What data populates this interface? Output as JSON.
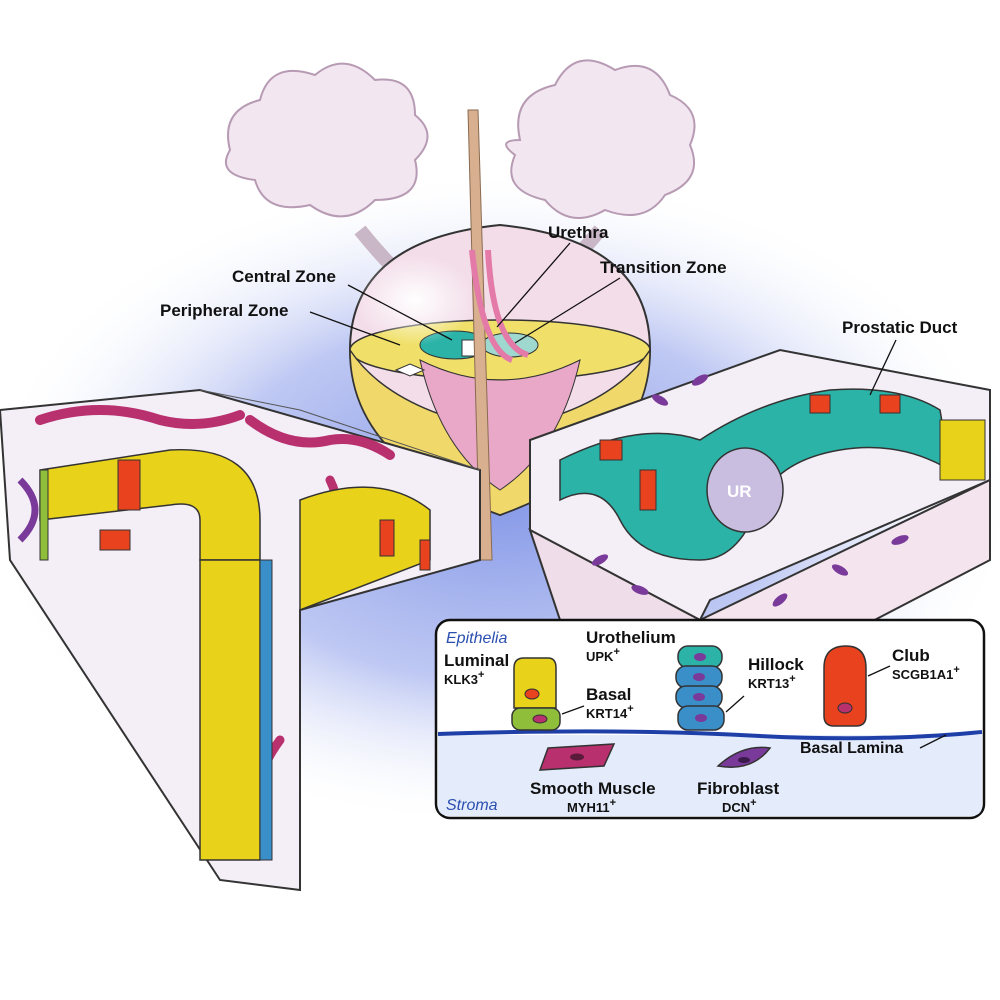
{
  "labels": {
    "urethra": "Urethra",
    "transition_zone": "Transition Zone",
    "central_zone": "Central Zone",
    "peripheral_zone": "Peripheral Zone",
    "prostatic_duct": "Prostatic Duct",
    "ur": "UR"
  },
  "legend": {
    "epithelia": "Epithelia",
    "stroma": "Stroma",
    "luminal": "Luminal",
    "luminal_marker": "KLK3",
    "basal": "Basal",
    "basal_marker": "KRT14",
    "urothelium": "Urothelium",
    "urothelium_marker": "UPK",
    "hillock": "Hillock",
    "hillock_marker": "KRT13",
    "club": "Club",
    "club_marker": "SCGB1A1",
    "basal_lamina": "Basal Lamina",
    "smooth_muscle": "Smooth Muscle",
    "smooth_muscle_marker": "MYH11",
    "fibroblast": "Fibroblast",
    "fibroblast_marker": "DCN",
    "plus": "+"
  },
  "colors": {
    "luminal": "#e8d21a",
    "basal": "#8fbf3a",
    "urothelium": "#2bb3a8",
    "hillock": "#3a8fc8",
    "club": "#e8421e",
    "smooth_muscle": "#b8306e",
    "fibroblast": "#7a3a9a",
    "basal_lamina": "#1f3fa8",
    "stroma_bg": "#f4eef7",
    "halo": "#9fb0ee"
  }
}
